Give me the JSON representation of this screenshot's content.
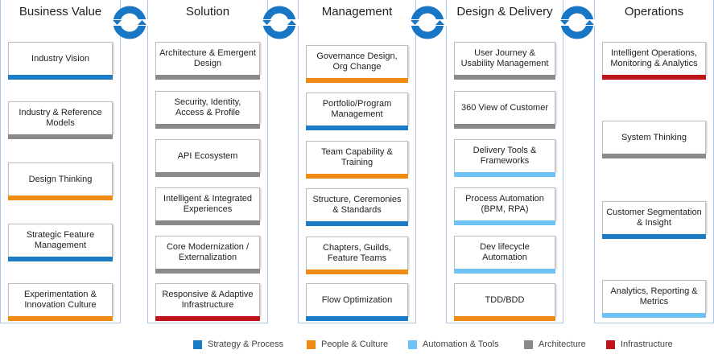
{
  "colors": {
    "strategy": "#1b7bc4",
    "people": "#ef8b12",
    "automation": "#6ec3f4",
    "architecture": "#8a8a8a",
    "infrastructure": "#c0141b",
    "cycle": "#1877c5",
    "column_border": "#a9c6e6"
  },
  "columns": [
    {
      "title": "Business Value",
      "cards": [
        {
          "label": "Industry Vision",
          "category": "strategy"
        },
        {
          "label": "Industry & Reference Models",
          "category": "architecture"
        },
        {
          "label": "Design Thinking",
          "category": "people"
        },
        {
          "label": "Strategic Feature Management",
          "category": "strategy"
        },
        {
          "label": "Experimentation & Innovation Culture",
          "category": "people"
        }
      ]
    },
    {
      "title": "Solution",
      "cards": [
        {
          "label": "Architecture & Emergent Design",
          "category": "architecture"
        },
        {
          "label": "Security, Identity, Access & Profile",
          "category": "architecture"
        },
        {
          "label": "API Ecosystem",
          "category": "architecture"
        },
        {
          "label": "Intelligent & Integrated Experiences",
          "category": "architecture"
        },
        {
          "label": "Core Modernization / Externalization",
          "category": "architecture"
        },
        {
          "label": "Responsive & Adaptive Infrastructure",
          "category": "infrastructure"
        }
      ]
    },
    {
      "title": "Management",
      "cards": [
        {
          "label": "Governance Design, Org Change",
          "category": "people"
        },
        {
          "label": "Portfolio/Program Management",
          "category": "strategy"
        },
        {
          "label": "Team Capability & Training",
          "category": "people"
        },
        {
          "label": "Structure, Ceremonies & Standards",
          "category": "strategy"
        },
        {
          "label": "Chapters, Guilds, Feature Teams",
          "category": "people"
        },
        {
          "label": "Flow Optimization",
          "category": "strategy"
        }
      ]
    },
    {
      "title": "Design & Delivery",
      "cards": [
        {
          "label": "User Journey & Usability Management",
          "category": "architecture"
        },
        {
          "label": "360 View of Customer",
          "category": "architecture"
        },
        {
          "label": "Delivery Tools & Frameworks",
          "category": "automation"
        },
        {
          "label": "Process Automation (BPM, RPA)",
          "category": "automation"
        },
        {
          "label": "Dev lifecycle Automation",
          "category": "automation"
        },
        {
          "label": "TDD/BDD",
          "category": "people"
        }
      ]
    },
    {
      "title": "Operations",
      "cards": [
        {
          "label": "Intelligent Operations, Monitoring & Analytics",
          "category": "infrastructure"
        },
        {
          "label": "System Thinking",
          "category": "architecture"
        },
        {
          "label": "Customer Segmentation & Insight",
          "category": "strategy"
        },
        {
          "label": "Analytics, Reporting & Metrics",
          "category": "automation"
        }
      ]
    }
  ],
  "legend": [
    {
      "label": "Strategy & Process",
      "category": "strategy"
    },
    {
      "label": "People & Culture",
      "category": "people"
    },
    {
      "label": "Automation & Tools",
      "category": "automation"
    },
    {
      "label": "Architecture",
      "category": "architecture"
    },
    {
      "label": "Infrastructure",
      "category": "infrastructure"
    }
  ]
}
